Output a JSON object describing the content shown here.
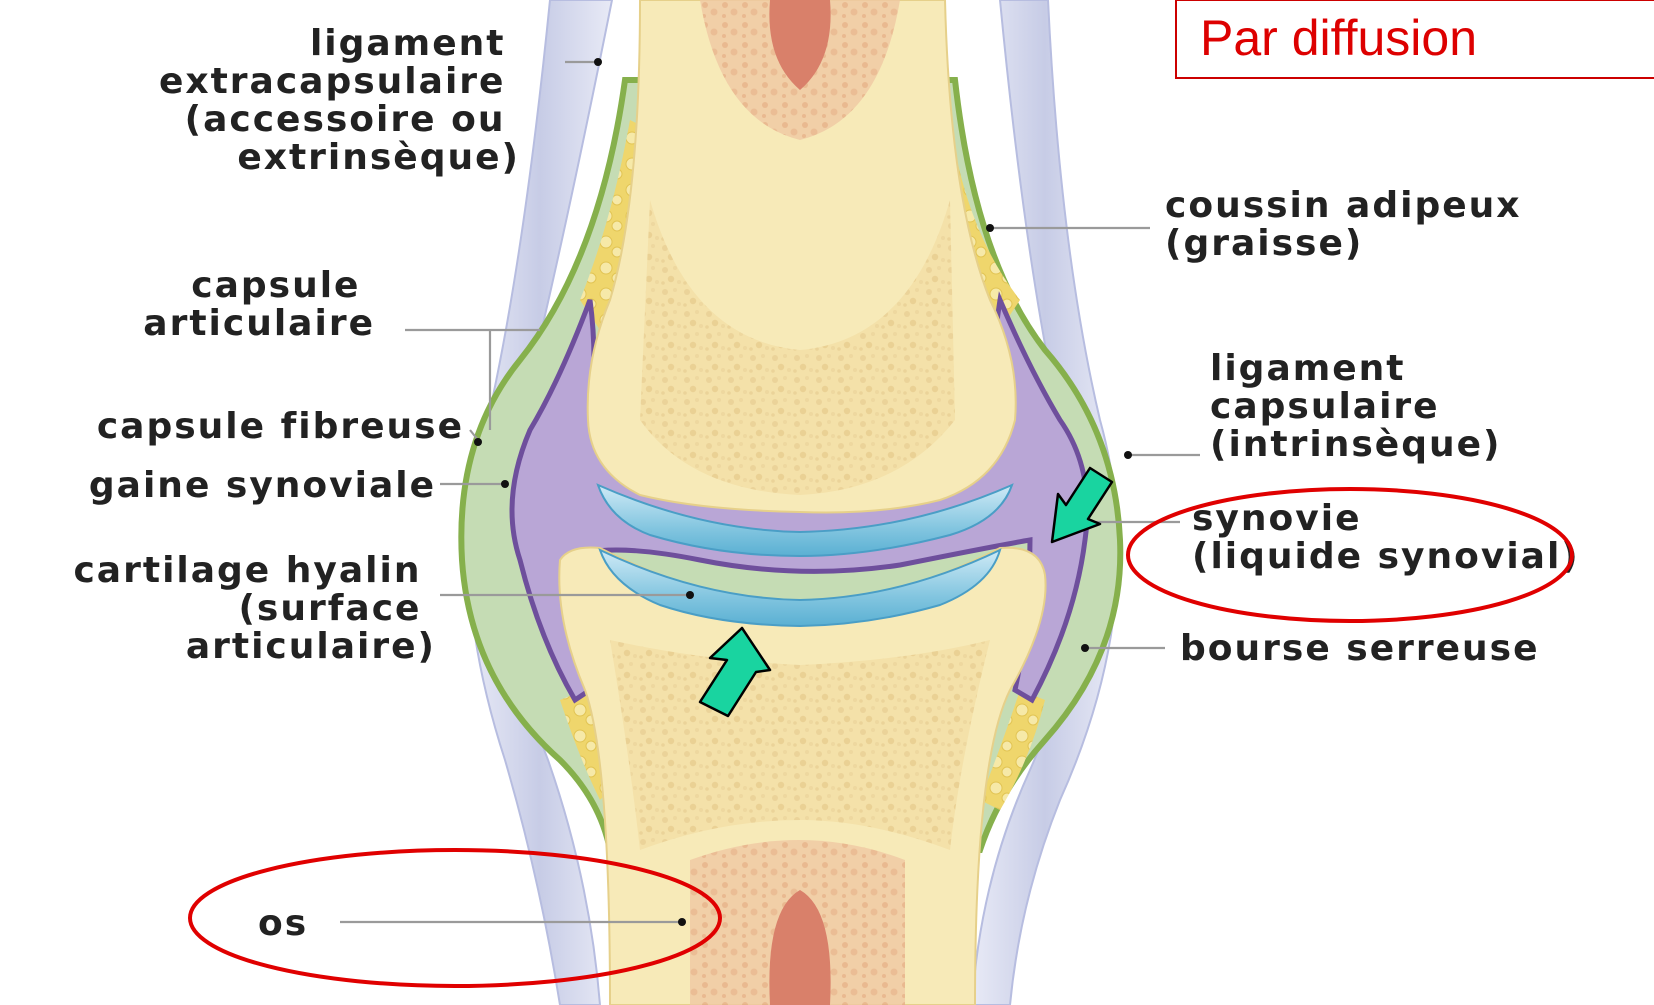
{
  "title": "Par diffusion",
  "labels": {
    "ligament_extracapsulaire": [
      "ligament",
      "extracapsulaire",
      "(accessoire ou",
      "extrinsèque)"
    ],
    "capsule_articulaire": [
      "capsule",
      "articulaire"
    ],
    "capsule_fibreuse": "capsule fibreuse",
    "gaine_synoviale": "gaine synoviale",
    "cartilage_hyalin": [
      "cartilage hyalin",
      "(surface",
      "articulaire)"
    ],
    "os": "os",
    "coussin_adipeux": [
      "coussin adipeux",
      "(graisse)"
    ],
    "ligament_capsulaire": [
      "ligament",
      "capsulaire",
      "(intrinsèque)"
    ],
    "synovie": [
      "synovie",
      "(liquide synovial)"
    ],
    "bourse_serreuse": "bourse serreuse"
  },
  "colors": {
    "highlight": "#e00000",
    "arrow": "#19d4a0",
    "bone": "#f7eab8",
    "marrow": "#e39a78",
    "synovial": "#b9a6d6",
    "cartilage": "#7ec3de",
    "ligament": "#cfd3ea",
    "fibrous_capsule": "#b8d4a8",
    "fat": "#efd66c"
  },
  "icons": [
    "arrow-up-icon",
    "arrow-down-left-icon"
  ]
}
